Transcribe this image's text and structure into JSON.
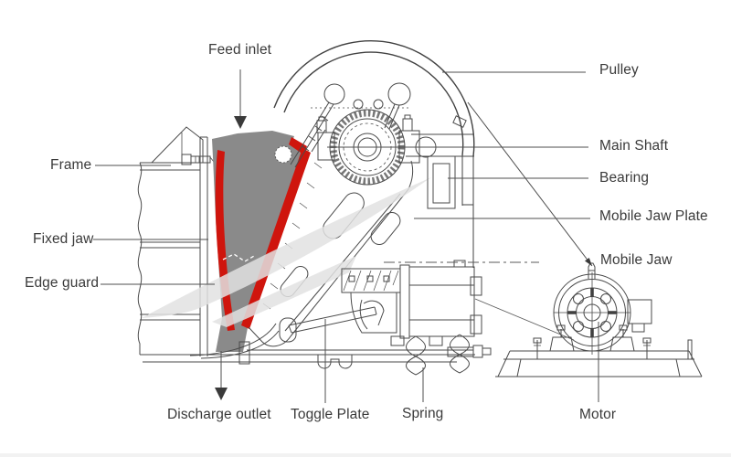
{
  "diagram": {
    "labels": {
      "feed_inlet": "Feed inlet",
      "pulley": "Pulley",
      "frame": "Frame",
      "main_shaft": "Main Shaft",
      "bearing": "Bearing",
      "fixed_jaw": "Fixed jaw",
      "mobile_jaw_plate": "Mobile Jaw Plate",
      "edge_guard": "Edge guard",
      "mobile_jaw": "Mobile Jaw",
      "discharge_outlet": "Discharge outlet",
      "toggle_plate": "Toggle Plate",
      "spring": "Spring",
      "motor": "Motor"
    },
    "colors": {
      "line": "#4a4a4a",
      "leader": "#4f4f4f",
      "jaw_plate_red": "#cf150d",
      "chamber_gray": "#8a8a8a",
      "watermark": "#e2e2e2",
      "text": "#3a3a3a",
      "background": "#ffffff"
    }
  }
}
